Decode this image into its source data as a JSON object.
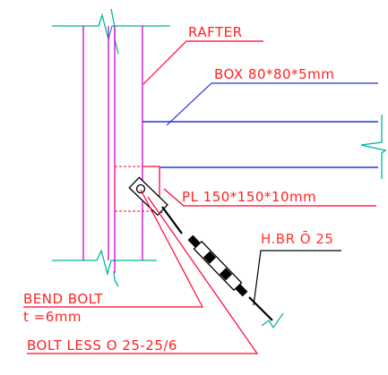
{
  "labels": {
    "rafter": "RAFTER",
    "box": "BOX 80*80*5mm",
    "plate": "PL 150*150*10mm",
    "brace": "H.BR Ō 25",
    "bend_bolt": "BEND BOLT",
    "thickness": "t =6mm",
    "bolt_less": "BOLT LESS O 25-25/6"
  },
  "colors": {
    "column": "#d400d4",
    "leader": "#ff0033",
    "label": "#ff2222",
    "box": "#2233dd",
    "breakline": "#00b3a0",
    "brace": "#000000",
    "brace_label": "#ff3333"
  }
}
